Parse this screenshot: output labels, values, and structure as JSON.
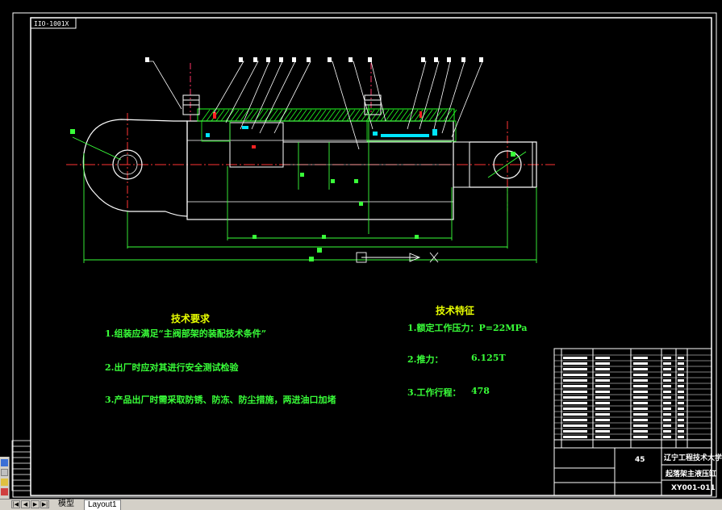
{
  "stamp_text": "IIO-1001X",
  "requirements": {
    "title": "技术要求",
    "items": [
      "1.组装应满足“主阀部架的装配技术条件”",
      "2.出厂时应对其进行安全测试检验",
      "3.产品出厂时需采取防锈、防冻、防尘措施，两进油口加堵"
    ]
  },
  "specs": {
    "title": "技术特征",
    "items": [
      {
        "label": "1.额定工作压力：P=22MPa",
        "value": ""
      },
      {
        "label": "2.推力：",
        "value": "6.125T"
      },
      {
        "label": "3.工作行程：",
        "value": "478"
      }
    ]
  },
  "title_block": {
    "material": "45",
    "school": "辽宁工程技术大学",
    "part_name": "起落架主液压缸",
    "drawing_no": "XY001-011"
  },
  "tabs": [
    {
      "label": "模型",
      "active": false
    },
    {
      "label": "Layout1",
      "active": true
    }
  ],
  "colors": {
    "background": "#000000",
    "frame": "#ffffff",
    "centerline": "#ff3333",
    "outline": "#ffffff",
    "dimension": "#39ff39",
    "hatch": "#22ff22",
    "text_title": "#e8ff00",
    "seal": "#00e5ff"
  }
}
